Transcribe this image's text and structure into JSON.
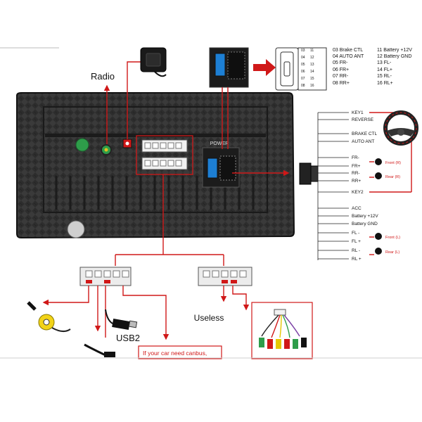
{
  "labels": {
    "radio": "Radio",
    "power": "POWER",
    "usb2": "USB2",
    "useless": "Useless",
    "canbus_note": "If your car need canbus,",
    "front_r": "Front (R)",
    "rear_r": "Rear (R)",
    "front_l": "Front (L)",
    "rear_l": "Rear (L)"
  },
  "pin_table": {
    "left": [
      "03 Brake CTL",
      "04 AUTO ANT",
      "05 FR-",
      "06 FR+",
      "07 RR-",
      "08 RR+"
    ],
    "right": [
      "11 Battery +12V",
      "12 Battery GND",
      "13 FL-",
      "14 FL+",
      "15 RL-",
      "16 RL+"
    ]
  },
  "connector_pins": [
    "03",
    "04",
    "05",
    "06",
    "07",
    "08",
    "11",
    "12",
    "13",
    "14",
    "15",
    "16"
  ],
  "wires": [
    "KEY1",
    "REVERSE",
    "BRAKE CTL",
    "AUTO ANT",
    "FR-",
    "FR+",
    "RR-",
    "RR+",
    "KEY2",
    "ACC",
    "Battery +12V",
    "Battery GND",
    "FL -",
    "FL +",
    "RL -",
    "RL +"
  ],
  "colors": {
    "accent": "#d01818",
    "panel": "#2b2b2b",
    "green": "#2e9d4a"
  }
}
